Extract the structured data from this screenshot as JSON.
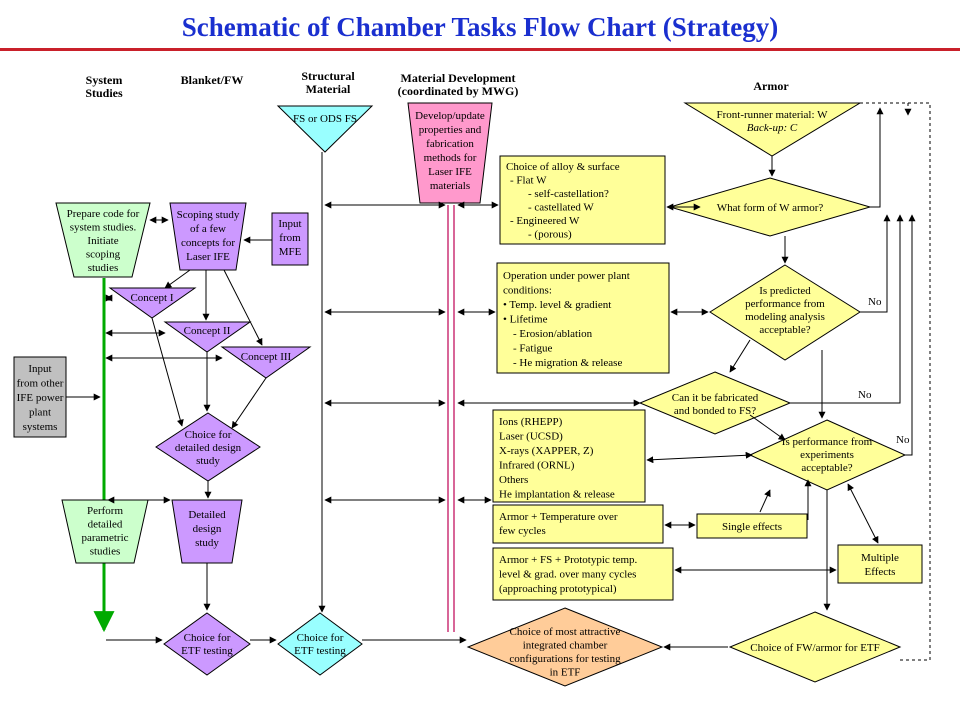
{
  "title": "Schematic of Chamber Tasks Flow Chart (Strategy)",
  "colors": {
    "title": "#1a2fcf",
    "rule": "#c9202a",
    "yellow": "#ffff99",
    "green": "#ccffcc",
    "purple": "#cc99ff",
    "cyan": "#99ffff",
    "pink": "#ff99cc",
    "gray": "#c0c0c0",
    "orange": "#ffcc99",
    "line": "#000000",
    "green_line": "#00aa00"
  },
  "headers": {
    "system_studies": [
      "System",
      "Studies"
    ],
    "blanket_fw": [
      "Blanket/FW"
    ],
    "structural_material": [
      "Structural",
      "Material"
    ],
    "material_development": [
      "Material Development",
      "(coordinated by MWG)"
    ],
    "armor": [
      "Armor"
    ]
  },
  "nodes": {
    "fs_ods": [
      "FS or ODS FS"
    ],
    "develop_update": [
      "Develop/update",
      "properties and",
      "fabrication",
      "methods for",
      "Laser IFE",
      "materials"
    ],
    "front_runner": [
      "Front-runner material: W",
      "Back-up: C"
    ],
    "choice_alloy": [
      "Choice of alloy & surface",
      "- Flat W",
      "- self-castellation?",
      "- castellated W",
      "- Engineered W",
      "- (porous)"
    ],
    "what_form": [
      "What form of W armor?"
    ],
    "prepare_code": [
      "Prepare code for",
      "system studies.",
      "Initiate",
      "scoping",
      "studies"
    ],
    "scoping_study": [
      "Scoping study",
      "of a few",
      "concepts for",
      "Laser IFE"
    ],
    "input_mfe": [
      "Input",
      "from",
      "MFE"
    ],
    "operation": [
      "Operation under power plant",
      "conditions:",
      "• Temp. level & gradient",
      "• Lifetime",
      "- Erosion/ablation",
      "- Fatigue",
      "- He migration & release"
    ],
    "is_predicted": [
      "Is predicted",
      "performance from",
      "modeling analysis",
      "acceptable?"
    ],
    "concept1": [
      "Concept I"
    ],
    "concept2": [
      "Concept II"
    ],
    "concept3": [
      "Concept III"
    ],
    "input_other": [
      "Input",
      "from other",
      "IFE power",
      "plant",
      "systems"
    ],
    "can_fabricated": [
      "Can it be fabricated",
      "and bonded to FS?"
    ],
    "choice_detailed": [
      "Choice for",
      "detailed design",
      "study"
    ],
    "ions": [
      "Ions (RHEPP)",
      "Laser (UCSD)",
      "X-rays (XAPPER, Z)",
      "Infrared (ORNL)",
      "Others",
      "He implantation & release"
    ],
    "is_performance": [
      "Is performance from",
      "experiments",
      "acceptable?"
    ],
    "perform_detailed": [
      "Perform",
      "detailed",
      "parametric",
      "studies"
    ],
    "detailed_design": [
      "Detailed",
      "design",
      "study"
    ],
    "armor_temp": [
      "Armor + Temperature over",
      "few cycles"
    ],
    "single_effects": [
      "Single effects"
    ],
    "armor_fs": [
      "Armor + FS + Prototypic temp.",
      "level & grad. over many cycles",
      "(approaching prototypical)"
    ],
    "multiple_effects": [
      "Multiple",
      "Effects"
    ],
    "choice_etf_blanket": [
      "Choice for",
      "ETF testing"
    ],
    "choice_etf_struct": [
      "Choice for",
      "ETF testing"
    ],
    "choice_attractive": [
      "Choice of most attractive",
      "integrated chamber",
      "configurations for testing",
      "in ETF"
    ],
    "choice_fw_armor": [
      "Choice of FW/armor for ETF"
    ]
  },
  "edge_labels": {
    "no1": "No",
    "no2": "No",
    "no3": "No"
  }
}
